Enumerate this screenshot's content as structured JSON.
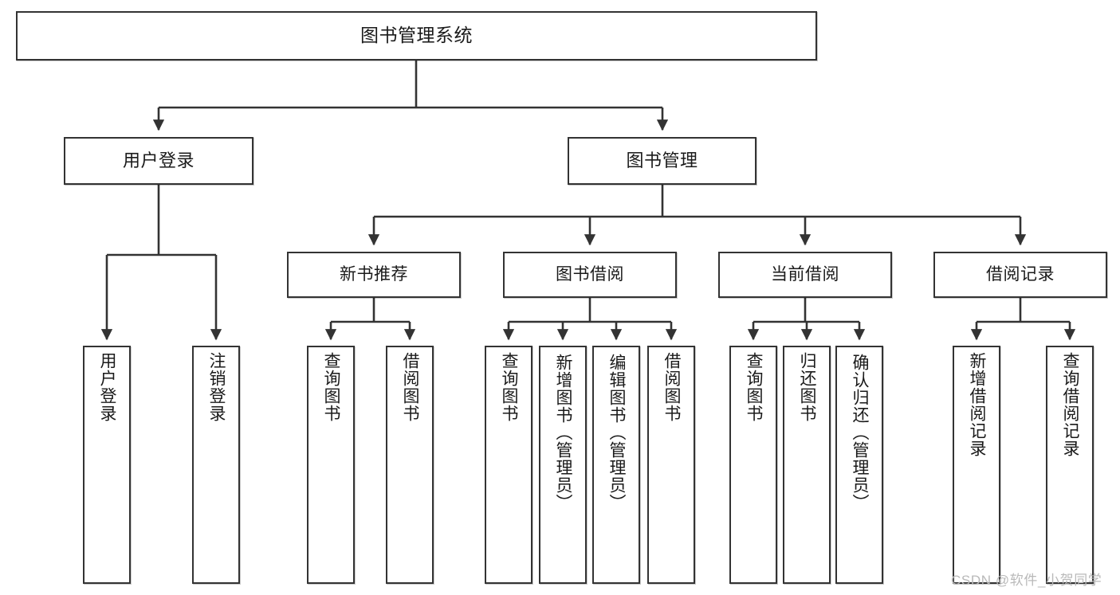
{
  "diagram": {
    "title": "图书管理系统",
    "type": "hierarchy-tree",
    "colors": {
      "box_border": "#333333",
      "box_fill": "#ffffff",
      "connector": "#333333",
      "text": "#1a1a1a",
      "watermark": "#b9b9b9",
      "background": "#ffffff"
    },
    "root": {
      "label": "图书管理系统"
    },
    "level2": [
      {
        "label": "用户登录"
      },
      {
        "label": "图书管理"
      }
    ],
    "level3": [
      {
        "label": "新书推荐"
      },
      {
        "label": "图书借阅"
      },
      {
        "label": "当前借阅"
      },
      {
        "label": "借阅记录"
      }
    ],
    "leaves": {
      "user_login": [
        {
          "label": "用户登录"
        },
        {
          "label": "注销登录"
        }
      ],
      "new_book_recommend": [
        {
          "label": "查询图书"
        },
        {
          "label": "借阅图书"
        }
      ],
      "book_borrow": [
        {
          "label": "查询图书"
        },
        {
          "label": "新增图书（管理员）"
        },
        {
          "label": "编辑图书（管理员）"
        },
        {
          "label": "借阅图书"
        }
      ],
      "current_borrow": [
        {
          "label": "查询图书"
        },
        {
          "label": "归还图书"
        },
        {
          "label": "确认归还（管理员）"
        }
      ],
      "borrow_record": [
        {
          "label": "新增借阅记录"
        },
        {
          "label": "查询借阅记录"
        }
      ]
    }
  },
  "watermark": {
    "text": "CSDN @软件_小贺同学"
  }
}
